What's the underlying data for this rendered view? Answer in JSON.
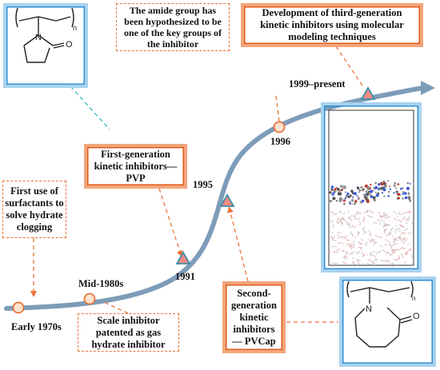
{
  "years": {
    "early1970s": "Early 1970s",
    "mid1980s": "Mid-1980s",
    "y1991": "1991",
    "y1995": "1995",
    "y1996": "1996",
    "y1999": "1999–present"
  },
  "boxes": {
    "surfactants": "First use of surfactants to solve hydrate clogging",
    "first_gen": "First-generation kinetic inhibitors— PVP",
    "amide": "The amide group has been hypothesized to be one of the key groups of the inhibitor",
    "third_gen": "Development of third-generation kinetic inhibitors using molecular modeling techniques",
    "scale": "Scale inhibitor patented as gas hydrate inhibitor",
    "second_gen": "Second- generation kinetic inhibitors— PVCap"
  },
  "structures": {
    "pvp_subscript": "n",
    "pvp_carbonyl": "O",
    "pvp_nitrogen": "N",
    "pvcap_subscript": "n",
    "pvcap_carbonyl": "O",
    "pvcap_nitrogen": "N"
  },
  "colors": {
    "timeline": "#7d9cb8",
    "milestone_circle_fill": "#fde2cf",
    "milestone_circle_stroke": "#e8743b",
    "milestone_triangle_fill": "#f08a80",
    "milestone_triangle_stroke": "#3d8ea8",
    "connector_orange": "#e8743b",
    "connector_teal": "#38b6c8",
    "box_border_orange": "#e8743b",
    "frame_blue": "#2f8fd6"
  }
}
